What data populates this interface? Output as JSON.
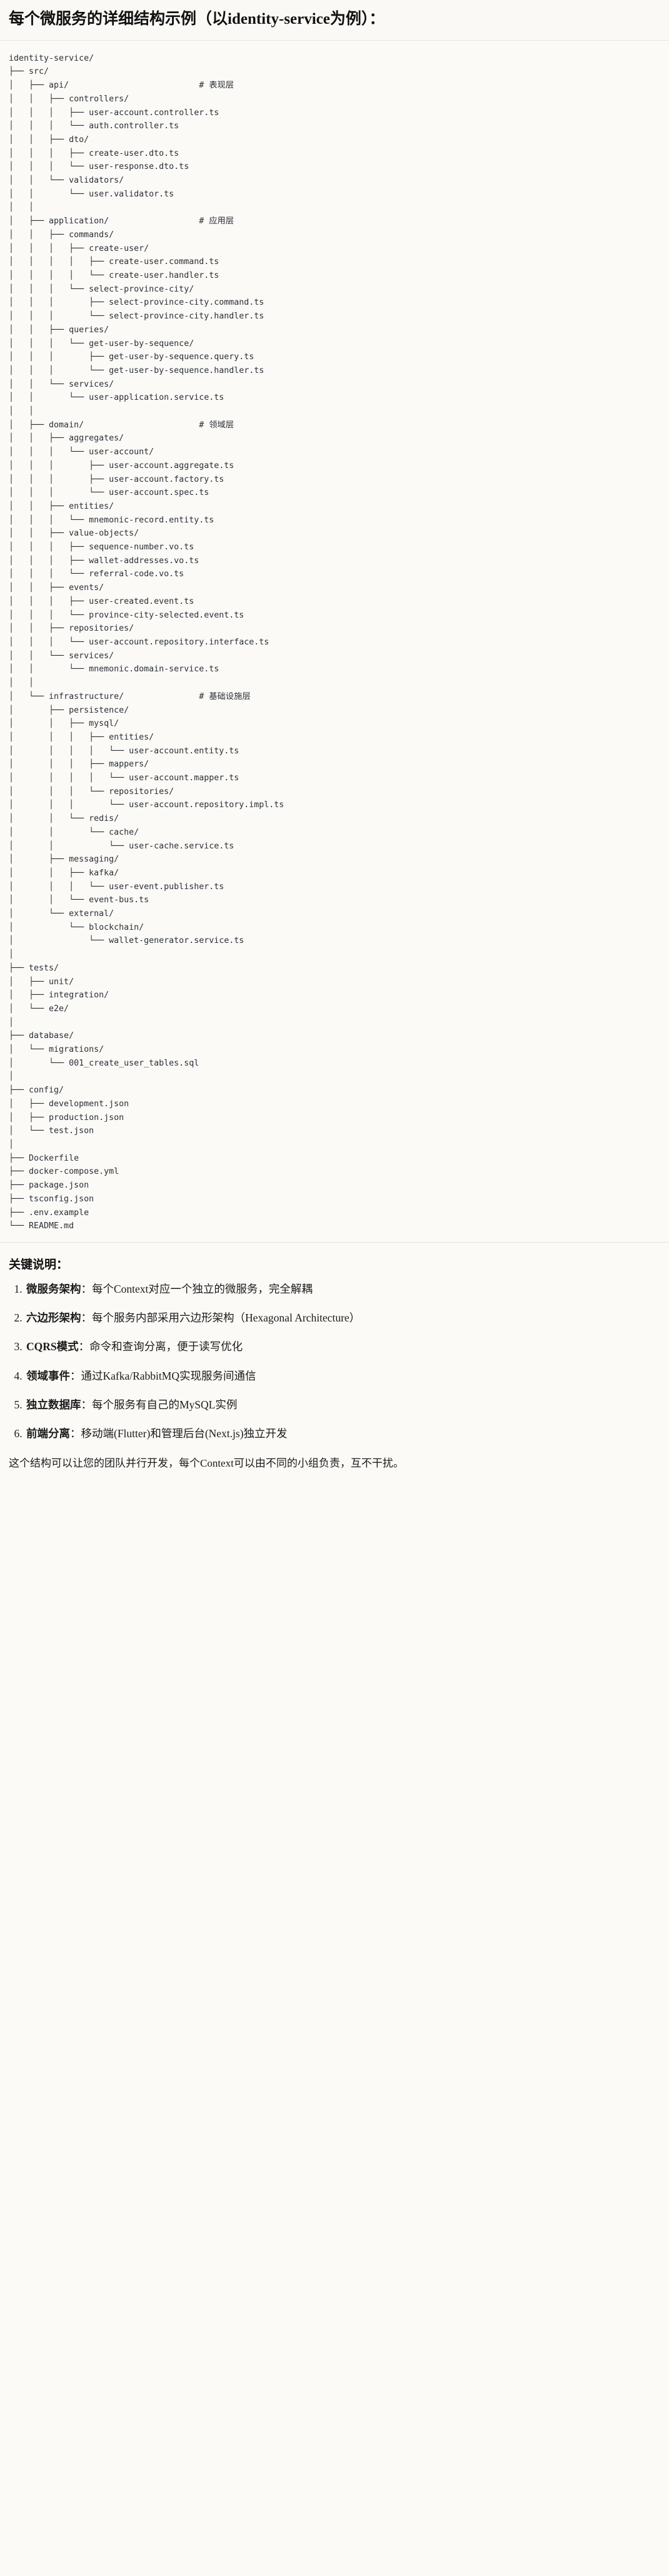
{
  "header": {
    "title": "每个微服务的详细结构示例（以identity-service为例）："
  },
  "tree": {
    "text": "identity-service/\n├── src/\n│   ├── api/                          # 表现层\n│   │   ├── controllers/\n│   │   │   ├── user-account.controller.ts\n│   │   │   └── auth.controller.ts\n│   │   ├── dto/\n│   │   │   ├── create-user.dto.ts\n│   │   │   └── user-response.dto.ts\n│   │   └── validators/\n│   │       └── user.validator.ts\n│   │\n│   ├── application/                  # 应用层\n│   │   ├── commands/\n│   │   │   ├── create-user/\n│   │   │   │   ├── create-user.command.ts\n│   │   │   │   └── create-user.handler.ts\n│   │   │   └── select-province-city/\n│   │   │       ├── select-province-city.command.ts\n│   │   │       └── select-province-city.handler.ts\n│   │   ├── queries/\n│   │   │   └── get-user-by-sequence/\n│   │   │       ├── get-user-by-sequence.query.ts\n│   │   │       └── get-user-by-sequence.handler.ts\n│   │   └── services/\n│   │       └── user-application.service.ts\n│   │\n│   ├── domain/                       # 领域层\n│   │   ├── aggregates/\n│   │   │   └── user-account/\n│   │   │       ├── user-account.aggregate.ts\n│   │   │       ├── user-account.factory.ts\n│   │   │       └── user-account.spec.ts\n│   │   ├── entities/\n│   │   │   └── mnemonic-record.entity.ts\n│   │   ├── value-objects/\n│   │   │   ├── sequence-number.vo.ts\n│   │   │   ├── wallet-addresses.vo.ts\n│   │   │   └── referral-code.vo.ts\n│   │   ├── events/\n│   │   │   ├── user-created.event.ts\n│   │   │   └── province-city-selected.event.ts\n│   │   ├── repositories/\n│   │   │   └── user-account.repository.interface.ts\n│   │   └── services/\n│   │       └── mnemonic.domain-service.ts\n│   │\n│   └── infrastructure/               # 基础设施层\n│       ├── persistence/\n│       │   ├── mysql/\n│       │   │   ├── entities/\n│       │   │   │   └── user-account.entity.ts\n│       │   │   ├── mappers/\n│       │   │   │   └── user-account.mapper.ts\n│       │   │   └── repositories/\n│       │   │       └── user-account.repository.impl.ts\n│       │   └── redis/\n│       │       └── cache/\n│       │           └── user-cache.service.ts\n│       ├── messaging/\n│       │   ├── kafka/\n│       │   │   └── user-event.publisher.ts\n│       │   └── event-bus.ts\n│       └── external/\n│           └── blockchain/\n│               └── wallet-generator.service.ts\n│\n├── tests/\n│   ├── unit/\n│   ├── integration/\n│   └── e2e/\n│\n├── database/\n│   └── migrations/\n│       └── 001_create_user_tables.sql\n│\n├── config/\n│   ├── development.json\n│   ├── production.json\n│   └── test.json\n│\n├── Dockerfile\n├── docker-compose.yml\n├── package.json\n├── tsconfig.json\n├── .env.example\n└── README.md"
  },
  "notes": {
    "heading": "关键说明：",
    "items": [
      {
        "key": "微服务架构",
        "sep": "：",
        "value": "每个Context对应一个独立的微服务，完全解耦"
      },
      {
        "key": "六边形架构",
        "sep": "：",
        "value": "每个服务内部采用六边形架构（Hexagonal Architecture）"
      },
      {
        "key": "CQRS模式",
        "sep": "：",
        "value": "命令和查询分离，便于读写优化"
      },
      {
        "key": "领域事件",
        "sep": "：",
        "value": "通过Kafka/RabbitMQ实现服务间通信"
      },
      {
        "key": "独立数据库",
        "sep": "：",
        "value": "每个服务有自己的MySQL实例"
      },
      {
        "key": "前端分离",
        "sep": "：",
        "value": "移动端(Flutter)和管理后台(Next.js)独立开发"
      }
    ],
    "closing": "这个结构可以让您的团队并行开发，每个Context可以由不同的小组负责，互不干扰。"
  },
  "colors": {
    "background": "#fbfaf7",
    "text": "#1b1b1b",
    "code_text": "#2b2f36",
    "rule": "#e6e4de"
  }
}
